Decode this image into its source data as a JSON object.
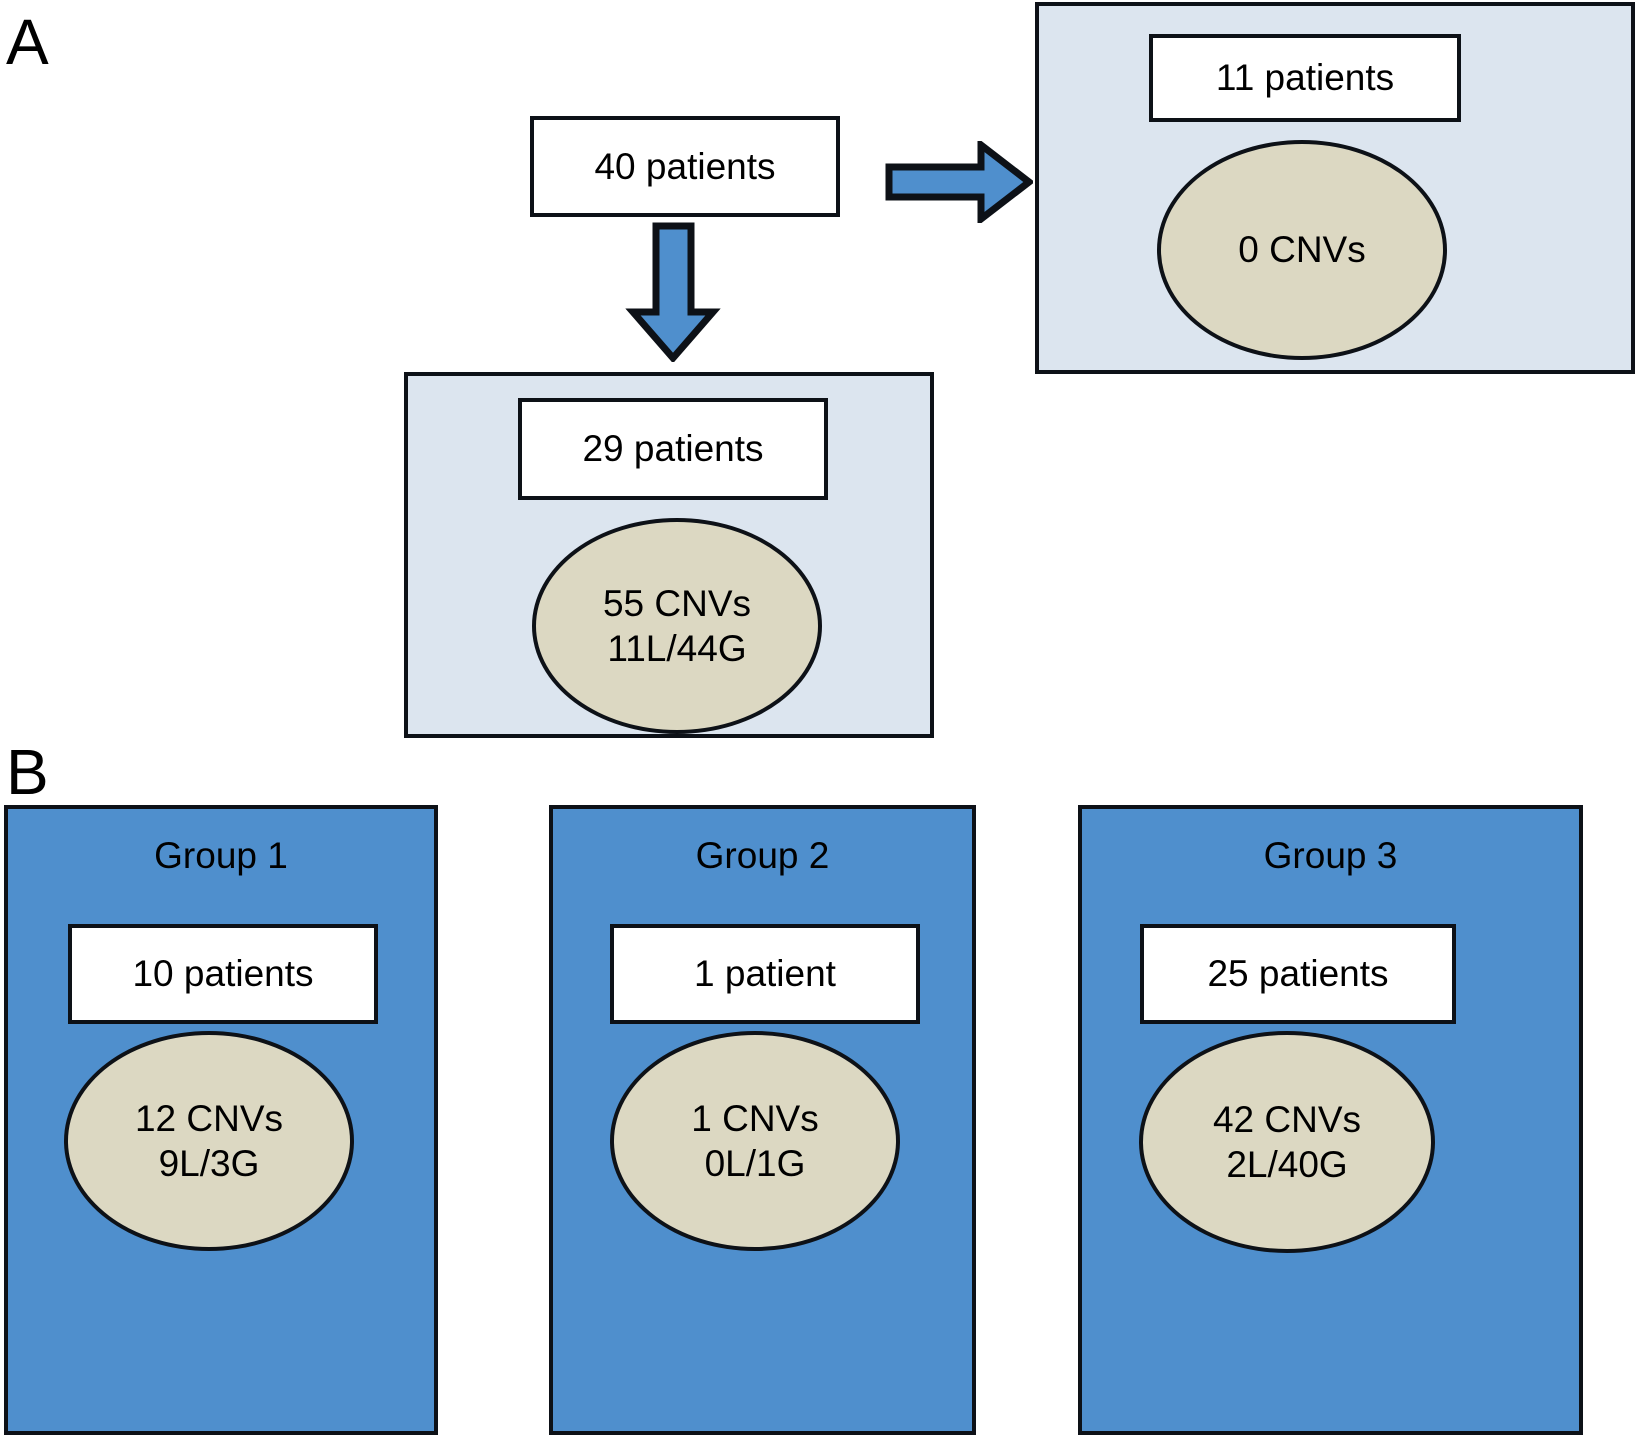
{
  "figure": {
    "panels": [
      {
        "letter": "A"
      },
      {
        "letter": "B"
      }
    ]
  },
  "colors": {
    "blue_panel": "#4F8FCD",
    "light_blue_panel": "#DCE5EF",
    "ellipse_fill": "#DCD8C2",
    "arrow_fill": "#4F8FCD",
    "outline": "#0D1117",
    "box_fill": "#FFFFFF"
  },
  "panel_a": {
    "letter": "A",
    "source_box": {
      "label": "40 patients"
    },
    "arrows": [
      {
        "name": "arrow-right",
        "direction": "right"
      },
      {
        "name": "arrow-down",
        "direction": "down"
      }
    ],
    "branches": [
      {
        "name": "no-cnv-branch",
        "patients_label": "11 patients",
        "cnv_lines": [
          "0 CNVs"
        ]
      },
      {
        "name": "cnv-branch",
        "patients_label": "29 patients",
        "cnv_lines": [
          "55 CNVs",
          "11L/44G"
        ]
      }
    ]
  },
  "panel_b": {
    "letter": "B",
    "groups": [
      {
        "title": "Group 1",
        "patients_label": "10 patients",
        "cnv_lines": [
          "12 CNVs",
          "9L/3G"
        ]
      },
      {
        "title": "Group 2",
        "patients_label": "1 patient",
        "cnv_lines": [
          "1 CNVs",
          "0L/1G"
        ]
      },
      {
        "title": "Group 3",
        "patients_label": "25 patients",
        "cnv_lines": [
          "42 CNVs",
          "2L/40G"
        ]
      }
    ]
  },
  "chart_data": {
    "type": "diagram",
    "title": "CNV patient flow diagram",
    "nodes": [
      {
        "id": "total",
        "label": "40 patients",
        "panel": "A",
        "count": 40
      },
      {
        "id": "no_cnv_patients",
        "label": "11 patients",
        "panel": "A",
        "count": 11
      },
      {
        "id": "no_cnv",
        "label": "0 CNVs",
        "panel": "A",
        "cnvs": 0
      },
      {
        "id": "cnv_patients",
        "label": "29 patients",
        "panel": "A",
        "count": 29
      },
      {
        "id": "cnv_total",
        "label": "55 CNVs 11L/44G",
        "panel": "A",
        "cnvs": 55,
        "losses": 11,
        "gains": 44
      },
      {
        "id": "group1_patients",
        "label": "10 patients",
        "panel": "B",
        "count": 10
      },
      {
        "id": "group1_cnv",
        "label": "12 CNVs 9L/3G",
        "panel": "B",
        "cnvs": 12,
        "losses": 9,
        "gains": 3
      },
      {
        "id": "group2_patients",
        "label": "1 patient",
        "panel": "B",
        "count": 1
      },
      {
        "id": "group2_cnv",
        "label": "1 CNVs 0L/1G",
        "panel": "B",
        "cnvs": 1,
        "losses": 0,
        "gains": 1
      },
      {
        "id": "group3_patients",
        "label": "25 patients",
        "panel": "B",
        "count": 25
      },
      {
        "id": "group3_cnv",
        "label": "42 CNVs 2L/40G",
        "panel": "B",
        "cnvs": 42,
        "losses": 2,
        "gains": 40
      }
    ],
    "edges": [
      {
        "from": "total",
        "to": "no_cnv_patients",
        "style": "block-arrow-right"
      },
      {
        "from": "total",
        "to": "cnv_patients",
        "style": "block-arrow-down"
      }
    ]
  }
}
